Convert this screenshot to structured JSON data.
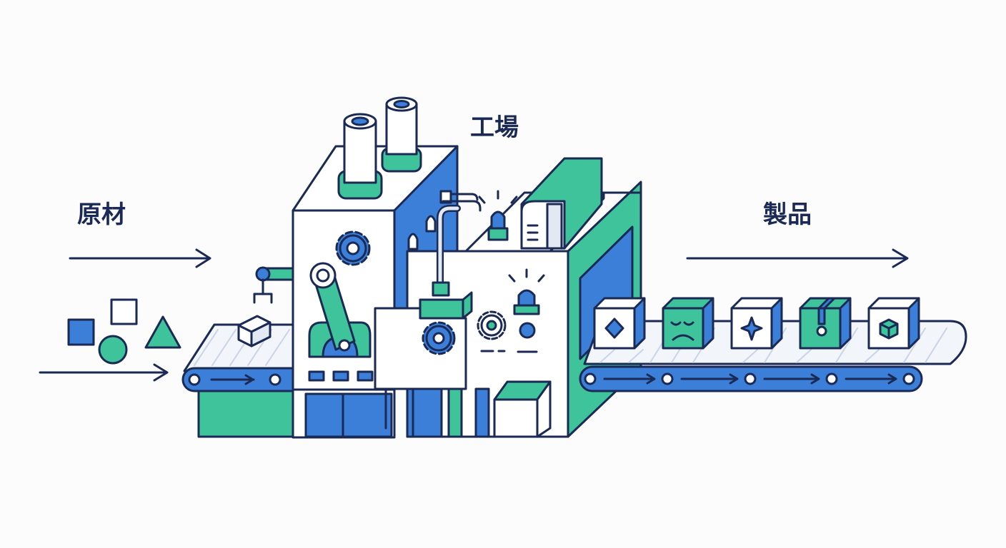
{
  "labels": {
    "raw_materials": "原材",
    "factory": "工場",
    "products": "製品"
  },
  "colors": {
    "navy": "#1b2a55",
    "blue": "#3b7fd9",
    "green": "#3fc39b",
    "teal": "#2aa58a",
    "light_green": "#5fd3b0",
    "white": "#ffffff",
    "belt_stripe": "#c9d4e6"
  },
  "raw_material_shapes": [
    "square",
    "square-outline",
    "circle",
    "triangle"
  ],
  "product_boxes": [
    {
      "color": "white",
      "icon": "diamond-icon"
    },
    {
      "color": "green",
      "icon": "face-icon"
    },
    {
      "color": "white",
      "icon": "star-icon"
    },
    {
      "color": "green",
      "icon": "package-icon"
    },
    {
      "color": "white",
      "icon": "cube-icon"
    }
  ]
}
